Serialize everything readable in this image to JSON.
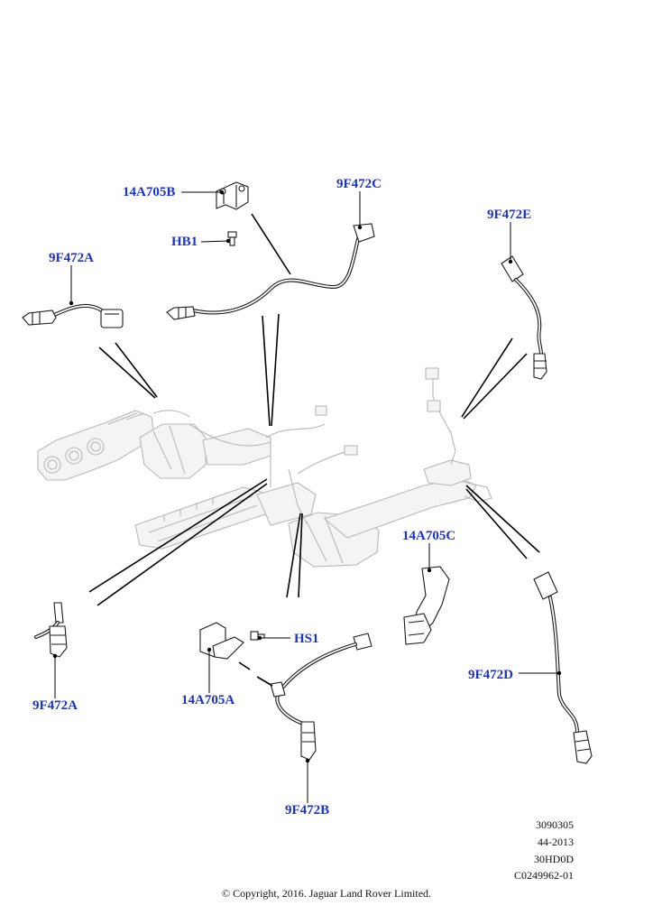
{
  "callouts": {
    "a1": "14A705B",
    "a2": "HB1",
    "a3": "9F472C",
    "a4": "9F472E",
    "a5": "9F472A",
    "a6": "14A705C",
    "a7": "9F472A",
    "a8": "HS1",
    "a9": "14A705A",
    "a10": "9F472D",
    "a11": "9F472B"
  },
  "reference": {
    "line1": "3090305",
    "line2": "44-2013",
    "line3": "30HD0D",
    "line4": "C0249962-01"
  },
  "copyright": "© Copyright, 2016. Jaguar Land Rover Limited.",
  "colors": {
    "callout": "#1a33cc",
    "line_art": "#1a1a1a",
    "ghost_art": "#b8b8b8"
  }
}
